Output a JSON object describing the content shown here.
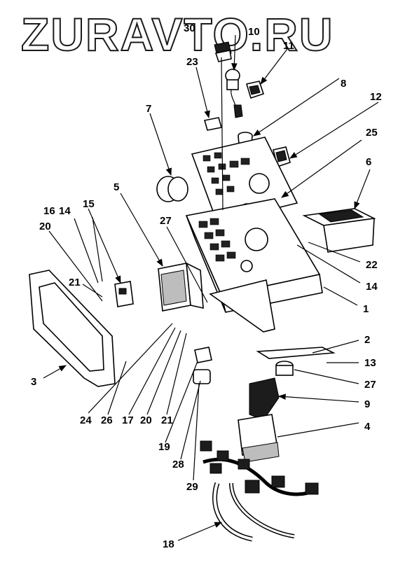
{
  "watermark": "ZURAVTO.RU",
  "callouts": {
    "c30": "30",
    "c10": "10",
    "c11": "11",
    "c23": "23",
    "c8": "8",
    "c12": "12",
    "c7": "7",
    "c25": "25",
    "c6": "6",
    "c5": "5",
    "c27a": "27",
    "c16": "16",
    "c14a": "14",
    "c15": "15",
    "c20a": "20",
    "c22": "22",
    "c21a": "21",
    "c14b": "14",
    "c1": "1",
    "c2": "2",
    "c13": "13",
    "c3": "3",
    "c27b": "27",
    "c9": "9",
    "c24": "24",
    "c26": "26",
    "c17": "17",
    "c20b": "20",
    "c21b": "21",
    "c4": "4",
    "c19": "19",
    "c28": "28",
    "c29": "29",
    "c18": "18"
  }
}
